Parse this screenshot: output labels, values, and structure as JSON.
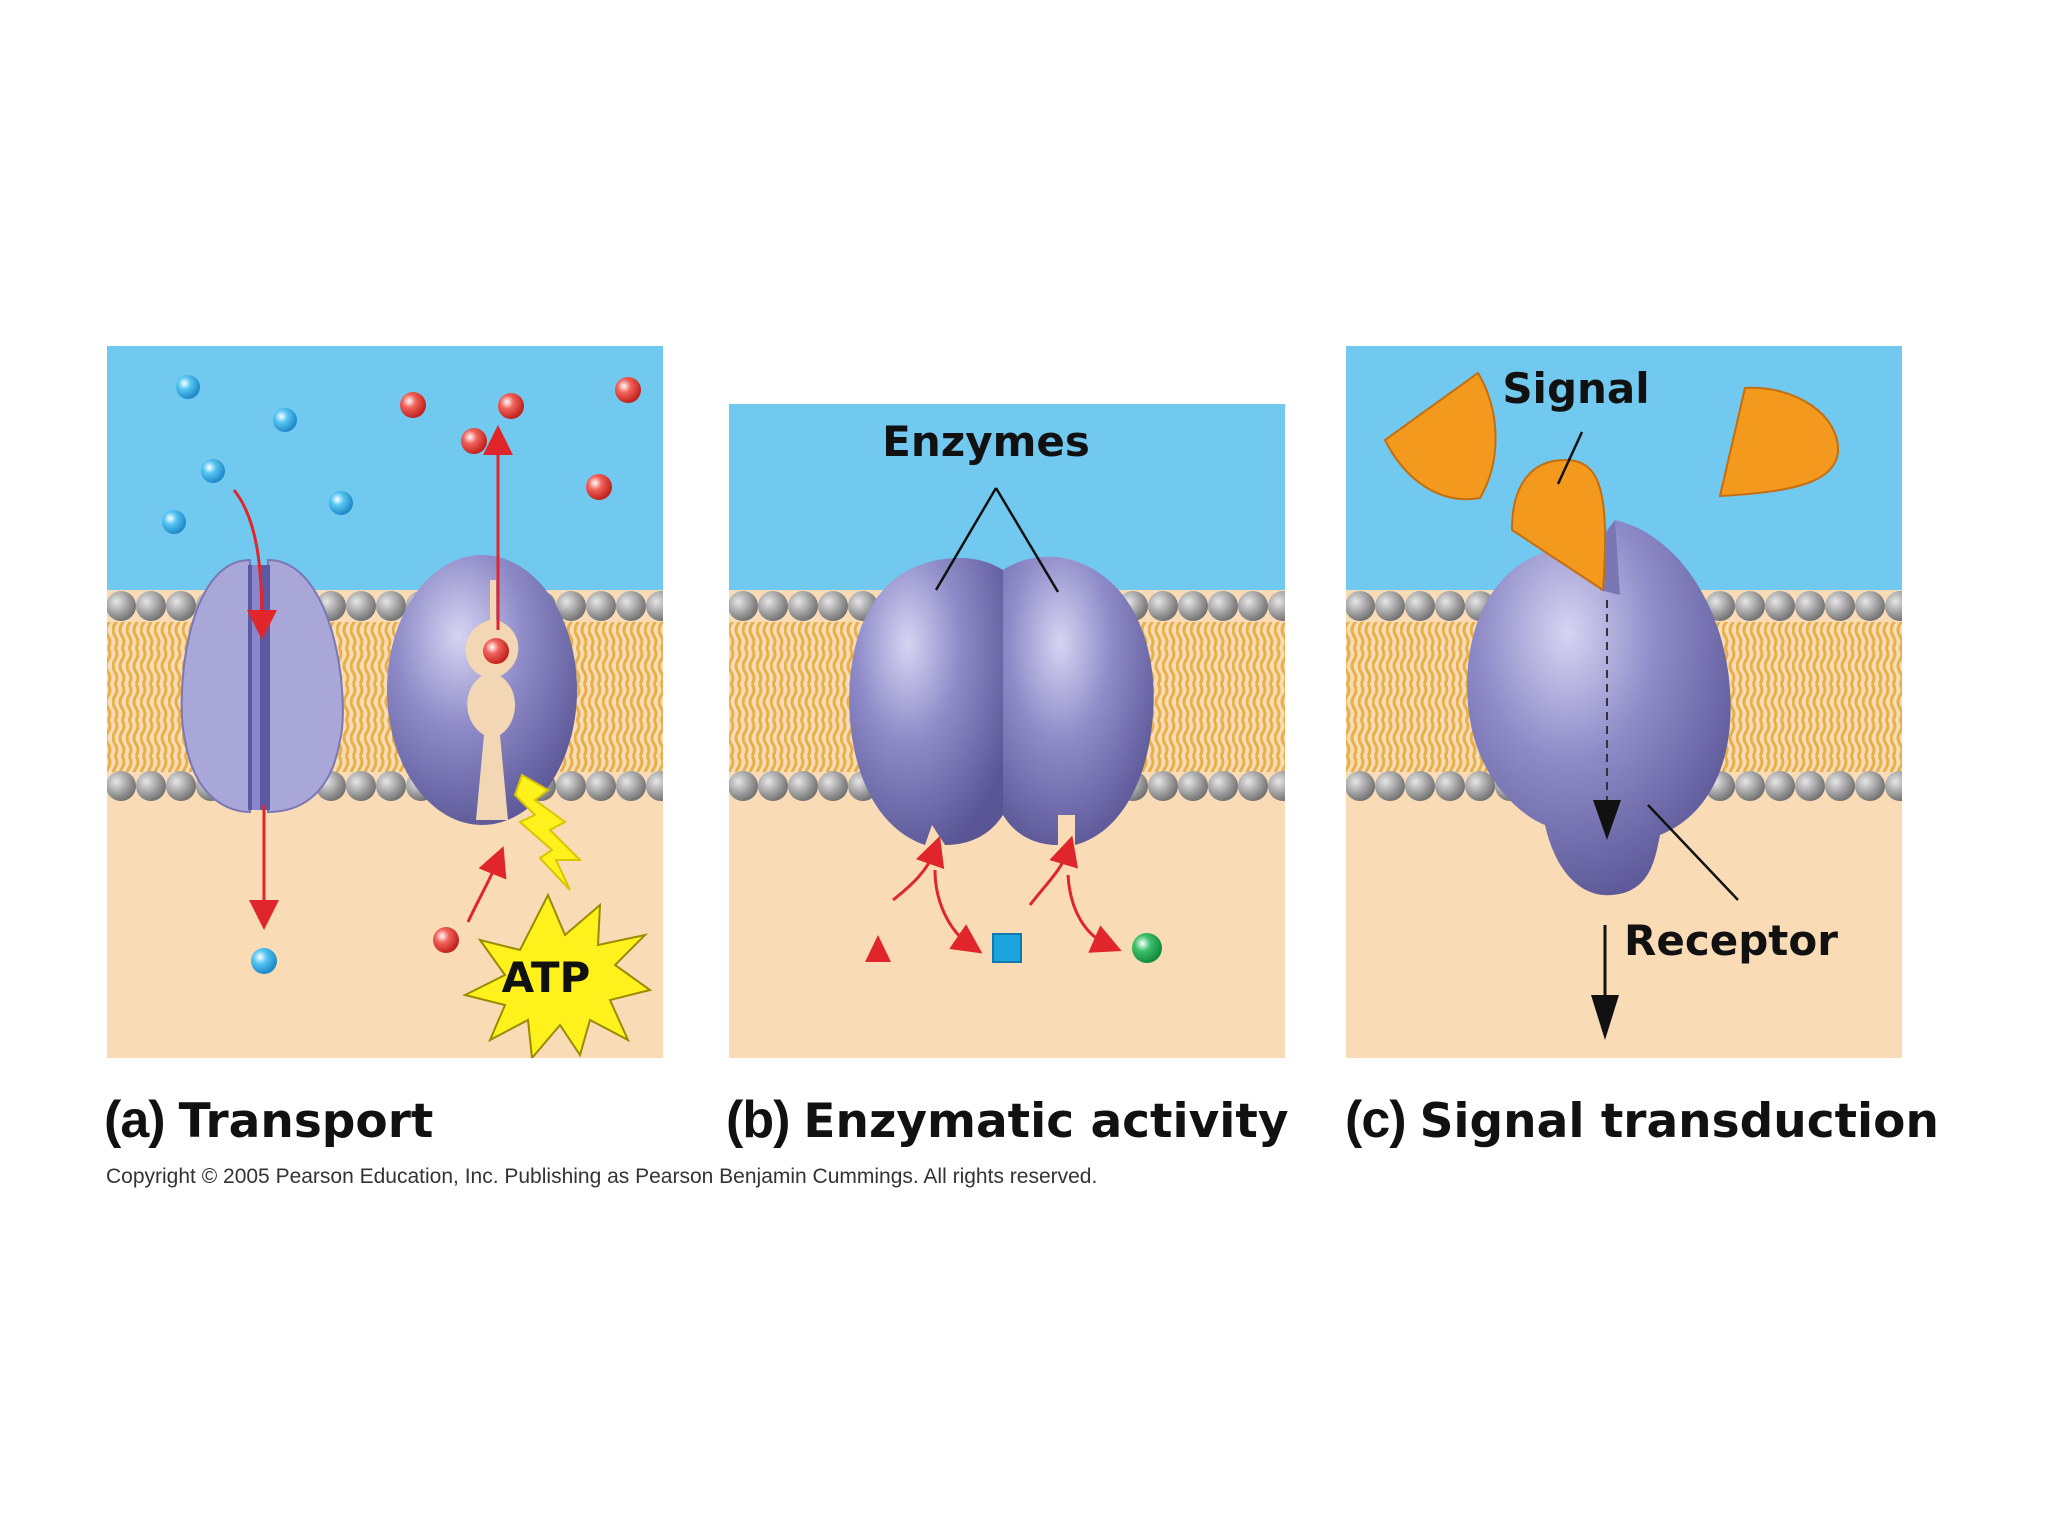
{
  "panels": [
    {
      "letter": "(a)",
      "title": "Transport"
    },
    {
      "letter": "(b)",
      "title": "Enzymatic activity"
    },
    {
      "letter": "(c)",
      "title": "Signal transduction"
    }
  ],
  "labels": {
    "atp": "ATP",
    "enzymes": "Enzymes",
    "signal": "Signal",
    "receptor": "Receptor"
  },
  "copyright": "Copyright © 2005 Pearson Education, Inc. Publishing as Pearson Benjamin Cummings. All rights reserved.",
  "colors": {
    "extracellular": "#72c9ef",
    "cytoplasm": "#f9dcb6",
    "lipid_tail": "#e8b04a",
    "lipid_head": "#9a9a9a",
    "protein": "#8f8cc6",
    "channel_protein": "#a9a6d8",
    "arrow_red": "#e0262b",
    "solute_blue": "#3db0e8",
    "solute_red": "#e8433a",
    "signal_orange": "#f39a1e",
    "atp_burst": "#fff21c"
  }
}
